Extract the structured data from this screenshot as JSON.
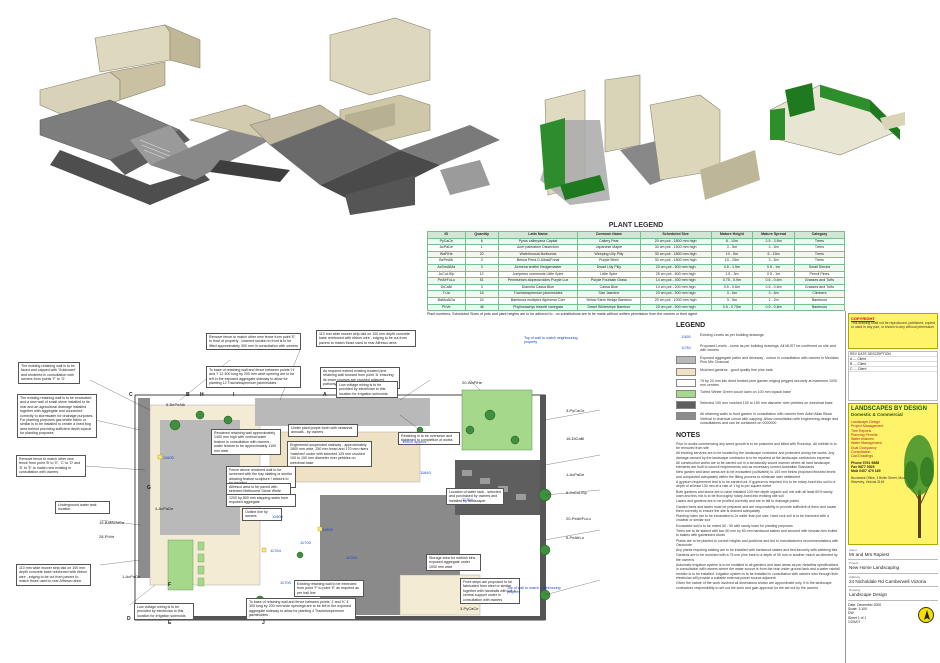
{
  "plant_legend": {
    "title": "PLANT LEGEND",
    "headers": [
      "ID",
      "Quantity",
      "Latin Name",
      "Common Name",
      "Scheduled Size",
      "Mature Height",
      "Mature Spread",
      "Category"
    ],
    "rows": [
      [
        "PyCaCe",
        "6",
        "Pyrus calleryana Capital",
        "Callery Pear",
        "20 cm pot - 1800 mm high",
        "8 - 10m",
        "2.5 - 3.5m",
        "Trees"
      ],
      [
        "AcPaDe",
        "1",
        "Acer palmatum Dissectum",
        "Japanese Maple",
        "30 cm pot - 1500 mm high",
        "3 - 5m",
        "3 - 5m",
        "Trees"
      ],
      [
        "WaFlHe",
        "20",
        "Waterhousia floribunda",
        "Weeping Lilly Pilly",
        "30 cm pot - 1800 mm high",
        "10 - 5m",
        "6 - 15m",
        "Trees"
      ],
      [
        "BePeAlb",
        "3",
        "Betula Pend.D Alba&Fonal",
        "Purple Birch",
        "30 cm pot - 1800 mm high",
        "10 - 15m",
        "3 - 5m",
        "Trees"
      ],
      [
        "AcSmAlMa",
        "3",
        "Acmena smithii Hedgemaster",
        "Dwarf Lilly Pilly",
        "20 cm pot - 600 mm high",
        "0.5 - 1.5m",
        "0.5 - 1m",
        "Small Shrubs"
      ],
      [
        "JuCoLiSp",
        "12",
        "Juniperus communis Little Spire",
        "Little Spire",
        "25 cm pot - 600 mm high",
        "1.5 - 3m",
        "0.5 - 1m",
        "Pencil Pines"
      ],
      [
        "PeAfrFuLu",
        "51",
        "Pennisetum alopecuroides Purple Lux",
        "Purple Fountain Grass",
        "14 cm pot - 400 mm high",
        "0.75 - 0.9m",
        "0.5 - 0.6m",
        "Grasses and Tufts"
      ],
      [
        "DiCaBl",
        "3",
        "Dianella Cassa Blue",
        "Cassa Blue",
        "14 cm pot - 200 mm high",
        "0.5 - 0.6m",
        "0.5 - 0.6m",
        "Grasses and Tufts"
      ],
      [
        "TrJa",
        "16",
        "Trachelospermum jasminoides",
        "Star Jasmine",
        "20 cm pot - 500 mm high",
        "3 - 6m",
        "3 - 6m",
        "Climbers"
      ],
      [
        "BaMuAlGa",
        "24",
        "Bambusa multiplex Alphonse Carr",
        "Yellow Stem Hedge Bamboo",
        "20 cm pot - 1000 mm high",
        "3 - 5m",
        "1 - 2m",
        "Bamboos"
      ],
      [
        "PhVe",
        "48",
        "Phyllostachys bissetii variegata",
        "Dwarf Whitestripe Bamboo",
        "20 cm pot - 500 mm high",
        "0.5 - 0.75m",
        "0.5 - 0.8m",
        "Bamboos"
      ]
    ],
    "note": "Plant numbers, Scheduled Sizes of pots and plant heights are to be adhered to - no substitutions are to be made without written permission from the owners or their agent"
  },
  "legend": {
    "title": "LEGEND",
    "items": [
      {
        "code": "11600",
        "text": "Existing Levels as per building drawings",
        "color": "#ffffff"
      },
      {
        "code": "11764",
        "text": "Proposed Levels - some as per building drawings. All MUST be confirmed on site and with owners",
        "color": "#ffffff"
      },
      {
        "code": "",
        "text": "Exposed aggregate paths and driveway - colour in consultation with owners in Meridian Pink Mix Charcoal",
        "color": "#b9b9b9"
      },
      {
        "code": "",
        "text": "Mulched gardens - good quality fine pine bark",
        "color": "#efe2c4"
      },
      {
        "code": "",
        "text": "75 by 20 mm kiln dried treated pine garden edging pegged securely at maximum 1000 mm centres",
        "color": "#ffffff"
      },
      {
        "code": "",
        "text": "Turfed Winter Green couch lawn on 100 mm topsoil base",
        "color": "#a6d88c"
      },
      {
        "code": "",
        "text": "Selected 100 mm crushed 100 to 150 mm diameter river pebbles on weedmat base",
        "color": "#5e5e5e"
      },
      {
        "code": "",
        "text": "All retaining walls to front garden in consultation with owners from Adbri Allan Block Vertical in charcoal colour with capping. Allow consultation with engineering design and consultations and can be contacted on 0000000",
        "color": "#8c8c8c"
      }
    ]
  },
  "notes": {
    "title": "NOTES",
    "paragraphs": [
      "Prior to works commencing any weed growth is to be poisoned and killed with Roundup. All rubbish is to be removed from site",
      "All existing services are to be located by the landscape contractor and protected during the works. Any damage caused by the landscape contractor is to be repaired at the landscape contractors expense",
      "All construction works are to be carried out in a structurally sound manner where all hard landscape elements are built to council requirements and as necessary correct Australian Standards",
      "New garden and lawn areas are to be excavated (cultivated) to 100 mm below proposed finished levels and compacted adequately within the fitting process to eliminate later settlement",
      "A gypsum requirement test is to be carried out. If gypsum is required it is to be rotary-hoed into soil to a depth of at least 100 mm at a rate of 1 kg to per square metre",
      "Both gardens and lawns are to have installed 100 mm depth organic soil mix with all least 60% sandy loam and this mix is to be thoroughly rotary-hoed into existing site soil",
      "Lawns and gardens are to be profiled correctly and are to fall to drainage points",
      "Garden beds and lawns must be prepared and are responsibility to provide sufficient of them and locate them correctly to ensure the site is drained adequately",
      "Planting holes are to be excavated to 2x wider than pot size. Hard rock soil is to be fractured with a crowbar or similar tool",
      "Excavated soil is to be mixed 50 - 50 with sandy loam for planting purposes",
      "Trees are to be staked with two 50 mm by 50 mm hardwood stakes and secured with hessian ties bolted to stakes with galvanised clouts",
      "Plants are to be planted to correct heights and positions and fed to manufacturers recommendations with Osmocote",
      "Any plants requiring staking are to be installed with hardwood stakes and tied securely with webbing ties",
      "Gardens are to be mulched with a 75 mm pine bark to a depth of 50 mm or another mulch as directed by the owner/s",
      "Automatic irrigation system is to be installed to all gardens and lawn areas as per Netafims specifications in consultation with owners where the water source is from the rear under ground tank and a water rainfall monitor is to be installed. Irrigation system is to be installed in consultation with owners who through their electrician will provide a suitable external power source adjacent",
      "Given the nature of the work involved all dimensions shown are approximate only. It is the landscape contractors responsibility to set out the work and gain approval for the set out by the owners"
    ]
  },
  "title_block": {
    "copyright_heading": "COPYRIGHT",
    "copyright_text": "This drawing shall not be reproduced, published, copied or used in any part, or shown to any without permission",
    "revisions": [
      "REV  DATE  DESCRIPTION",
      "A  ---  Client",
      "B  ---  Client",
      "C  ---  Client"
    ],
    "company_name": "LANDSCAPES BY DESIGN",
    "company_sub": "Domestic & Commercial",
    "services": [
      "Landscape Design",
      "Project Management",
      "Tree Reports",
      "Planning Permits",
      "Water features",
      "Water Management",
      "Dual Occupancy",
      "Consultation",
      "Cad Drawings"
    ],
    "phone": "Phone 9761 9888",
    "fax": "Fax 9877 0525",
    "mobile": "Mob 0407 479 169",
    "address": "Brunswick Office, 3 Beller Street, Mount Waverley, Victoria 3149",
    "client_label": "Client",
    "client": "Mr and Mrs Rapiest",
    "project_label": "Project",
    "project": "New Home Landscaping",
    "address_label": "Address",
    "site_address": "24 Nicholdale Rd Camberwell Victoria",
    "drawing_label": "Drawing",
    "drawing": "Landscape Design",
    "date_label": "Date",
    "date": "December 2000",
    "scale_label": "Scale",
    "scale": "1:100",
    "drawn": "DW",
    "sheet": "Sheet 1 of 1",
    "job_no": "1/2/4/07"
  },
  "plan_labels": {
    "levels": [
      "11600",
      "11764",
      "11900",
      "13600 approx",
      "11764",
      "11900",
      "11700",
      "11764",
      "11840",
      "11700"
    ],
    "grid_letters": [
      "A",
      "B",
      "C",
      "D",
      "E",
      "F",
      "G",
      "H",
      "I",
      "J"
    ],
    "plant_tags": [
      "8-BePeAlb",
      "20-WaFlHe",
      "3-PyCaCe",
      "16-DiCaBl",
      "1-AcPaDe",
      "6-JuCoLiSp",
      "20-PeAfrFuLu",
      "5-PeAfrLu",
      "15-BaMuAlGa",
      "28-PhVe",
      "4-AcPaDe",
      "1-AcPaOs",
      "3-PyCaCe"
    ],
    "callouts": [
      "The existing retaining wall is to be faced and capped with 'Goldcoast' and rendered in consultation with owners from points 'F' to 'G'",
      "The existing retaining wall is to be excavated and a new wall of small stone installed to its rear and an agricultural drainage installed together with aggregate and connected correctly to stormwater for drainage purposes. For planting purposes gas textile fabric or similar is to be installed to create a lined bog area behind providing sufficient depth topsoil for planting purposes",
      "Remove fence to match other new fence from point 'E' to front of property - lowered section to front is to be lifted approximately 300 mm in consultation with owners",
      "To base of retaining wall and fence between points 'H' and 'I' 12 300 long by 200 mm wide opening are to be left in the exposed aggregate sideway to allow for planting 12 Trachelospermum jasminoides",
      "110 mm wide mower strip laid on 100 mm depth concrete base reinforced with ribbon wire - edging to be cut from pavers to match those used to rear Alfresco area",
      "As required extend existing treated pine retaining wall forward from point 'A' ensuring its lower courses are crushed adjacent pathway",
      "Low voltage wiring is to be provided by electrician to this location for irrigation solenoids",
      "Rendered retaining wall approximately 1400 mm high with vertical water feature in consultation with owners - water feature to be approximately 1100 mm wide",
      "Under plant purple torch with seasonal annuals - by owners",
      "Engineered suspended stairway - approximately 1800 mm wide, 250 mm tread and 170 mm risers 'matched' under with selected 125 mm crushed 100 to 150 mm diameter river pebbles on weedmat base",
      "Retaining is to be oversewn and tightened to completion of works",
      "Location of water tank - selected and purchased by owners and installed by landscaper",
      "Fence above rendered wall to be screened with the bay slatting or similar allowing feature sculpture / artwork to be installed",
      "Alfresco area to be paved with selected Melbourne Stone White Haven 300 by 300 mm pavers",
      "1200 by 800 mm stepping stairs from exposed aggregate",
      "Outline line by owners",
      "Storage area for rubbish bins - exposed aggregate under 1000 mm wide",
      "Front steps are proposed to be fabricated from steel or similar together with handrails with toe a central support under in consultation with owners",
      "Existing retaining wall to be extended from point 'F' to point 'E' as required as per trail line",
      "To base of retaining wall and fence between points 'J' and 'K' 4 300 long by 200 mm wide openings are to be left in the exposed aggregate sideway to allow for planting 4 Trachelospermum jasminoides",
      "Remove fence to match other new fence from point 'B' to 'E', 'C' to 'D' and 'D' to 'E' to match new existing in consultation with owners",
      "Underground water tank location",
      "110 mm wide mower strip laid on 100 mm depth concrete base reinforced with ribbon wire - edging to be cut from pavers to match those used to rear Alfresco area",
      "Low voltage wiring is to be provided by electrician to this location for irrigation solenoids",
      "Top of wall to match neighbouring property",
      "Top of wall to match neighbouring property"
    ]
  }
}
